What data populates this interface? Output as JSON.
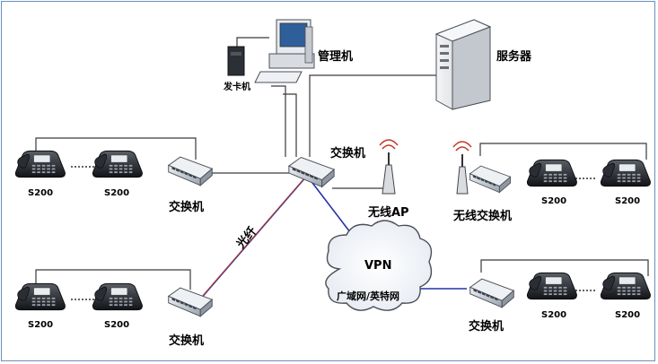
{
  "labels": {
    "admin_pc": "管理机",
    "server": "服务器",
    "card_issuer": "发卡机",
    "core_switch": "交换机",
    "wireless_ap": "无线AP",
    "wireless_switch": "无线交换机",
    "switch_left_top": "交换机",
    "switch_left_bottom": "交换机",
    "switch_right_bottom": "交换机",
    "fiber": "光纤",
    "vpn": "VPN",
    "wan": "广域网/英特网"
  },
  "phones": {
    "top_left_a": "S200",
    "top_left_b": "S200",
    "bottom_left_a": "S200",
    "bottom_left_b": "S200",
    "top_right_a": "S200",
    "top_right_b": "S200",
    "bottom_right_a": "S200",
    "bottom_right_b": "S200"
  },
  "colors": {
    "frame": "#6b8fbf",
    "line": "#3a3a3a",
    "fiber": "#c0392b",
    "vpn_link": "#2433a8"
  }
}
